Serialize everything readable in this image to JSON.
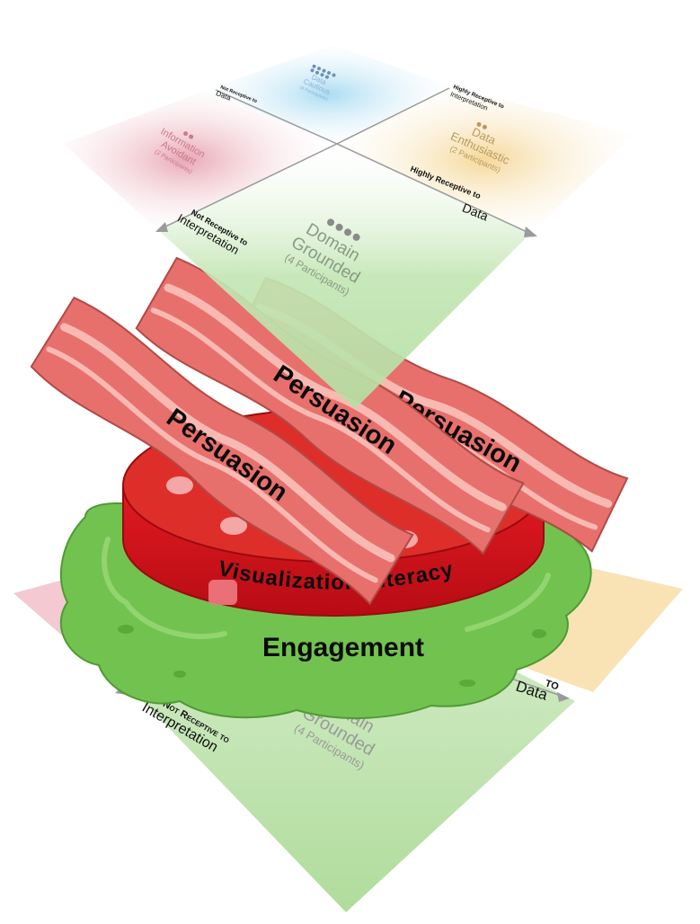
{
  "top_plane": {
    "quadrants": [
      {
        "id": "data-cautious",
        "name": "Data\nCautious",
        "participants": "(4 Participants)",
        "color": "#bfe3f3"
      },
      {
        "id": "information-avoidant",
        "name": "Information\nAvoidant",
        "participants": "(2 Participants)",
        "color": "#f2c3cc"
      },
      {
        "id": "data-enthusiastic",
        "name": "Data\nEnthusiastic",
        "participants": "(2 Participants)",
        "color": "#f7e2b4"
      },
      {
        "id": "domain-grounded",
        "name": "Domain\nGrounded",
        "participants": "(4 Participants)",
        "color": "#c9e8bd"
      }
    ],
    "axis_labels": {
      "not_receptive_data_prefix": "Not Receptive to",
      "not_receptive_data_word": "Data",
      "highly_receptive_interp_prefix": "Highly Receptive to",
      "highly_receptive_interp_word": "Interpretation",
      "highly_receptive_data_prefix": "Highly Receptive to",
      "highly_receptive_data_word": "Data",
      "not_receptive_interp_prefix": "Not Receptive to",
      "not_receptive_interp_word": "Interpretation"
    }
  },
  "bottom_plane": {
    "domain_name": "Domain\nGrounded",
    "domain_participants": "(4 Participants)",
    "axis_data_suffix": "TO",
    "axis_data_word": "Data",
    "axis_interp_prefix": "Not Receptive to",
    "axis_interp_word": "Interpretation"
  },
  "layers": {
    "bacon_label": "Persuasion",
    "tomato_label": "Visualization Literacy",
    "lettuce_label": "Engagement"
  },
  "colors": {
    "bacon_red": "#e5706f",
    "bacon_fat": "#f6b3ad",
    "tomato": "#d9111b",
    "lettuce": "#7cc95a",
    "text_dark": "#111111",
    "grey_text": "#8a8a8a"
  }
}
